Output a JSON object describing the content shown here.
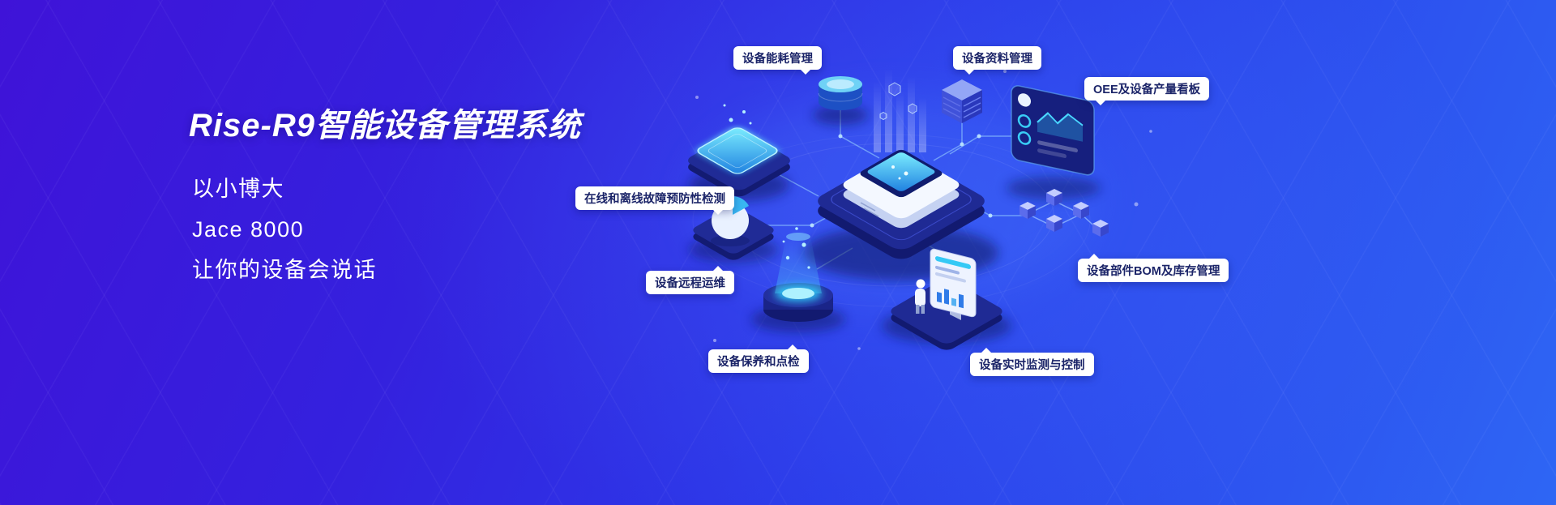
{
  "page": {
    "bg_gradient_start": "#3f13d8",
    "bg_gradient_end": "#2e66f4",
    "accent_cyan": "#35c9f5",
    "callout_bg": "#ffffff",
    "callout_text_color": "#1b2468"
  },
  "hero": {
    "title": "Rise-R9智能设备管理系统",
    "subtitle_lines": [
      "以小博大",
      "Jace 8000",
      "让你的设备会说话"
    ]
  },
  "callouts": [
    {
      "id": "energy",
      "label": "设备能耗管理"
    },
    {
      "id": "data",
      "label": "设备资料管理"
    },
    {
      "id": "oee",
      "label": "OEE及设备产量看板"
    },
    {
      "id": "detect",
      "label": "在线和离线故障预防性检测"
    },
    {
      "id": "remote",
      "label": "设备远程运维"
    },
    {
      "id": "maintain",
      "label": "设备保养和点检"
    },
    {
      "id": "monitor",
      "label": "设备实时监测与控制"
    },
    {
      "id": "bom",
      "label": "设备部件BOM及库存管理"
    }
  ],
  "icons": {
    "database-icon": "blue cylinder disk stack",
    "server-cube-icon": "isometric striped cube",
    "dashboard-panel-icon": "tilted dark panel with gauges and line chart",
    "touchscreen-panel-icon": "glowing cyan isometric screen",
    "central-device-icon": "white machine with cyan display on dark platform",
    "pie-chart-icon": "white pie with blue wedge",
    "holo-projector-icon": "glowing hologram projector cone",
    "monitor-station-icon": "standing monitor with bar chart and person",
    "network-cubes-icon": "linked small isometric cubes",
    "light-beams-icon": "glowing vertical data bars",
    "isometric-grid-icon": "diagonal grid lines"
  }
}
